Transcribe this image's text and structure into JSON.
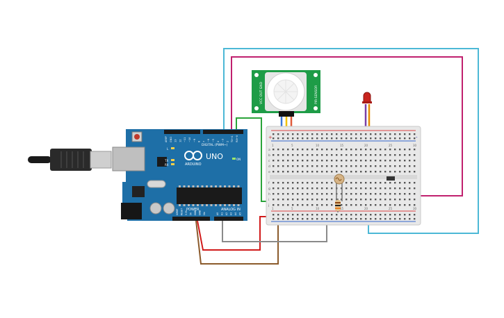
{
  "arduino": {
    "model": "UNO",
    "brand": "ARDUINO",
    "digital_label": "DIGITAL (PWM~)",
    "power_label": "POWER",
    "analog_label": "ANALOG IN",
    "on_label": "ON",
    "tx_label": "TX",
    "rx_label": "RX",
    "l_label": "L",
    "power_pins": [
      "IOREF",
      "RESET",
      "3.3V",
      "5V",
      "GND",
      "GND",
      "Vin"
    ],
    "analog_pins": [
      "A0",
      "A1",
      "A2",
      "A3",
      "A4",
      "A5"
    ],
    "digital_pins": [
      "AREF",
      "GND",
      "13",
      "12",
      "~11",
      "~10",
      "~9",
      "8",
      "7",
      "~6",
      "~5",
      "4",
      "~3",
      "2",
      "TX→1",
      "RX←0"
    ]
  },
  "pir_sensor": {
    "left_text": "VCC OUT GND",
    "right_text": "PIR-SENSOR"
  },
  "breadboard": {
    "column_numbers": [
      "1",
      "5",
      "10",
      "15",
      "20",
      "25",
      "30"
    ],
    "row_letters_top": [
      "a",
      "b",
      "c",
      "d",
      "e"
    ],
    "row_letters_bottom": [
      "f",
      "g",
      "h",
      "i",
      "j"
    ],
    "rail_plus": "+",
    "rail_minus": "-"
  },
  "colors": {
    "board_blue": "#1e6fa7",
    "pir_green": "#1e9c47",
    "wire_magenta": "#c0206e",
    "wire_cyan": "#4cb8d6",
    "wire_green": "#2aa43a",
    "wire_red": "#d11a1a",
    "wire_brown": "#8b5a2b",
    "wire_gray": "#8a8a8a",
    "wire_purple": "#7a3fa6",
    "wire_orange": "#e68a00",
    "wire_yellow": "#f2c200",
    "wire_blue": "#3c78d8"
  }
}
